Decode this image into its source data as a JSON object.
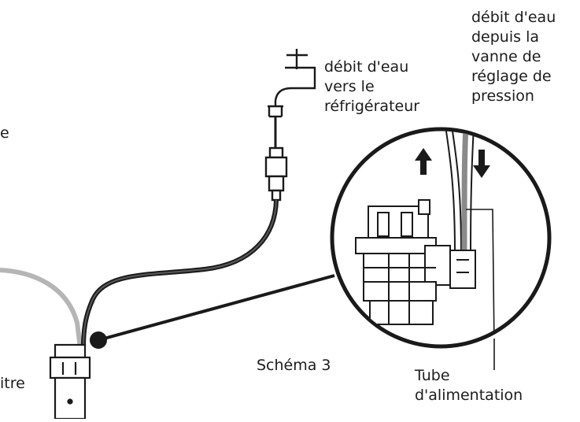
{
  "labels": {
    "flow_to_fridge": "débit d'eau\nvers le\nréfrigérateur",
    "flow_from_valve": "débit d'eau\ndepuis la\nvanne de\nréglage de\npression",
    "figure_caption": "Schéma 3",
    "supply_tube": "Tube\nd'alimentation",
    "left_partial_top": "e",
    "left_partial_bottom": "itre"
  },
  "icons": {
    "up_arrow": "arrow-up-icon",
    "down_arrow": "arrow-down-icon",
    "faucet": "faucet-icon",
    "filter": "filter-icon"
  },
  "colors": {
    "line": "#1a1a1a",
    "light_tube": "#b5b5b5",
    "dark_tube": "#3a3a3a"
  }
}
